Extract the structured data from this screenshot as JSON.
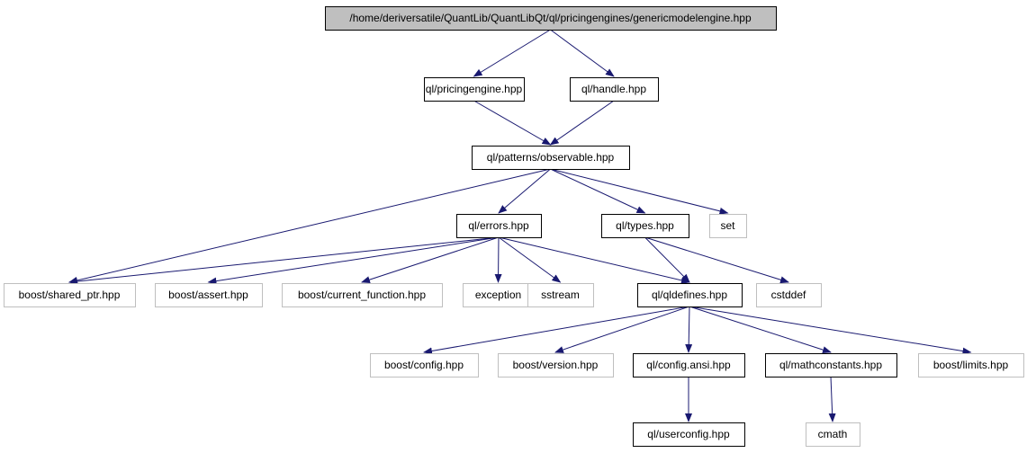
{
  "colors": {
    "edge": "#191970",
    "root_fill": "#bfbfbf",
    "root_border": "#000000",
    "internal_border": "#000000",
    "external_border": "#bfbfbf",
    "node_fill": "#ffffff",
    "text": "#000000"
  },
  "nodes": [
    {
      "id": "root",
      "label": "/home/deriversatile/QuantLib/QuantLibQt/ql/pricingengines/genericmodelengine.hpp",
      "kind": "root"
    },
    {
      "id": "pricingengine",
      "label": "ql/pricingengine.hpp",
      "kind": "internal"
    },
    {
      "id": "handle",
      "label": "ql/handle.hpp",
      "kind": "internal"
    },
    {
      "id": "observable",
      "label": "ql/patterns/observable.hpp",
      "kind": "internal"
    },
    {
      "id": "errors",
      "label": "ql/errors.hpp",
      "kind": "internal"
    },
    {
      "id": "types",
      "label": "ql/types.hpp",
      "kind": "internal"
    },
    {
      "id": "set",
      "label": "set",
      "kind": "external"
    },
    {
      "id": "shared_ptr",
      "label": "boost/shared_ptr.hpp",
      "kind": "external"
    },
    {
      "id": "assert",
      "label": "boost/assert.hpp",
      "kind": "external"
    },
    {
      "id": "current_function",
      "label": "boost/current_function.hpp",
      "kind": "external"
    },
    {
      "id": "exception",
      "label": "exception",
      "kind": "external"
    },
    {
      "id": "sstream",
      "label": "sstream",
      "kind": "external"
    },
    {
      "id": "qldefines",
      "label": "ql/qldefines.hpp",
      "kind": "internal"
    },
    {
      "id": "cstddef",
      "label": "cstddef",
      "kind": "external"
    },
    {
      "id": "config",
      "label": "boost/config.hpp",
      "kind": "external"
    },
    {
      "id": "version",
      "label": "boost/version.hpp",
      "kind": "external"
    },
    {
      "id": "configansi",
      "label": "ql/config.ansi.hpp",
      "kind": "internal"
    },
    {
      "id": "mathconstants",
      "label": "ql/mathconstants.hpp",
      "kind": "internal"
    },
    {
      "id": "limits",
      "label": "boost/limits.hpp",
      "kind": "external"
    },
    {
      "id": "userconfig",
      "label": "ql/userconfig.hpp",
      "kind": "internal"
    },
    {
      "id": "cmath",
      "label": "cmath",
      "kind": "external"
    }
  ],
  "edges": [
    {
      "from": "root",
      "to": "pricingengine"
    },
    {
      "from": "root",
      "to": "handle"
    },
    {
      "from": "pricingengine",
      "to": "observable"
    },
    {
      "from": "handle",
      "to": "observable"
    },
    {
      "from": "observable",
      "to": "shared_ptr"
    },
    {
      "from": "observable",
      "to": "errors"
    },
    {
      "from": "observable",
      "to": "types"
    },
    {
      "from": "observable",
      "to": "set"
    },
    {
      "from": "errors",
      "to": "shared_ptr"
    },
    {
      "from": "errors",
      "to": "assert"
    },
    {
      "from": "errors",
      "to": "current_function"
    },
    {
      "from": "errors",
      "to": "exception"
    },
    {
      "from": "errors",
      "to": "sstream"
    },
    {
      "from": "errors",
      "to": "qldefines"
    },
    {
      "from": "types",
      "to": "qldefines"
    },
    {
      "from": "types",
      "to": "cstddef"
    },
    {
      "from": "qldefines",
      "to": "config"
    },
    {
      "from": "qldefines",
      "to": "version"
    },
    {
      "from": "qldefines",
      "to": "configansi"
    },
    {
      "from": "qldefines",
      "to": "mathconstants"
    },
    {
      "from": "qldefines",
      "to": "limits"
    },
    {
      "from": "configansi",
      "to": "userconfig"
    },
    {
      "from": "mathconstants",
      "to": "cmath"
    }
  ]
}
